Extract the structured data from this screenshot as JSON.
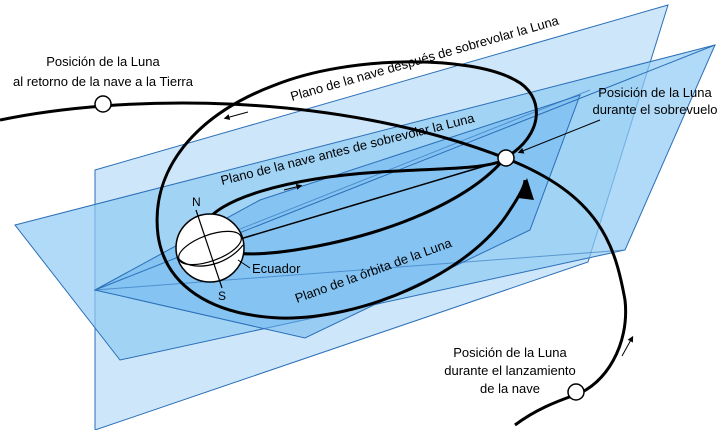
{
  "labels": {
    "moon_return_1": "Posición de la Luna",
    "moon_return_2": "al retorno de la nave a la Tierra",
    "moon_flyby_1": "Posición de la Luna",
    "moon_flyby_2": "durante el sobrevuelo",
    "moon_launch_1": "Posición de la Luna",
    "moon_launch_2": "durante el lanzamiento",
    "moon_launch_3": "de la nave",
    "plane_after": "Plano de la nave después de sobrevolar la Luna",
    "plane_before": "Plano de la nave antes de sobrevolar la Luna",
    "plane_moon_orbit": "Plano de la órbita de la Luna",
    "equator": "Ecuador",
    "north": "N",
    "south": "S"
  },
  "colors": {
    "plane_vertical": "#b9dcf7",
    "plane_before": "#8ccaf5",
    "plane_orbit": "#6fb8ef",
    "outline": "#1d5fa8",
    "line": "#000000"
  }
}
